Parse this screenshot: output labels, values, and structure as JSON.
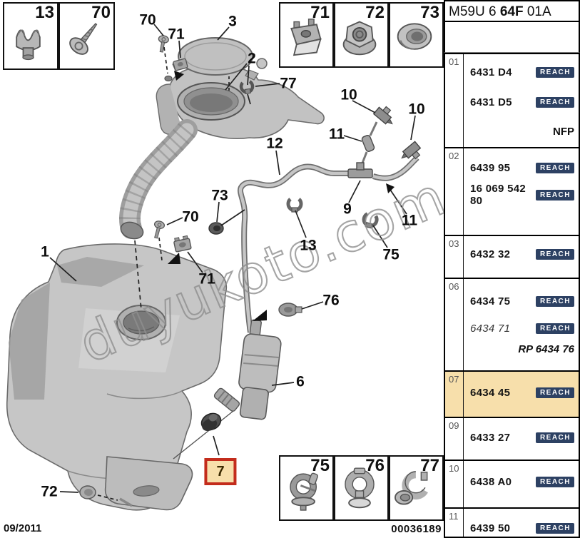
{
  "header": {
    "code_prefix": "M59U 6 ",
    "code_bold": "64F",
    "code_suffix": " 01A"
  },
  "watermark": {
    "text": "duyukoto.com"
  },
  "footer": {
    "date": "09/2011",
    "doc_number": "00036189"
  },
  "sidebar": {
    "reach_label": "REACH",
    "reach_color": "#2d4163",
    "highlight_color": "#f7dfab",
    "rows": [
      {
        "num": "01",
        "highlight": false,
        "lines": [
          {
            "kind": "ref",
            "text": "6431 D4",
            "italic": false,
            "reach": true
          },
          {
            "kind": "ref",
            "text": "6431 D5",
            "italic": false,
            "reach": true
          },
          {
            "kind": "note",
            "text": "NFP",
            "italic": false
          }
        ]
      },
      {
        "num": "02",
        "highlight": false,
        "lines": [
          {
            "kind": "ref",
            "text": "6439 95",
            "italic": false,
            "reach": true
          },
          {
            "kind": "ref",
            "text": "16 069 542 80",
            "italic": false,
            "reach": true
          }
        ]
      },
      {
        "num": "03",
        "highlight": false,
        "lines": [
          {
            "kind": "ref",
            "text": "6432 32",
            "italic": false,
            "reach": true
          }
        ]
      },
      {
        "num": "06",
        "highlight": false,
        "lines": [
          {
            "kind": "ref",
            "text": "6434 75",
            "italic": false,
            "reach": true
          },
          {
            "kind": "ref",
            "text": "6434 71",
            "italic": true,
            "reach": true
          },
          {
            "kind": "note",
            "text": "RP 6434 76",
            "italic": true
          }
        ]
      },
      {
        "num": "07",
        "highlight": true,
        "lines": [
          {
            "kind": "ref",
            "text": "6434 45",
            "italic": false,
            "reach": true
          }
        ]
      },
      {
        "num": "09",
        "highlight": false,
        "lines": [
          {
            "kind": "ref",
            "text": "6433 27",
            "italic": false,
            "reach": true
          }
        ]
      },
      {
        "num": "10",
        "highlight": false,
        "lines": [
          {
            "kind": "ref",
            "text": "6438 A0",
            "italic": false,
            "reach": true
          }
        ]
      },
      {
        "num": "11",
        "highlight": false,
        "lines": [
          {
            "kind": "ref",
            "text": "6439 50",
            "italic": false,
            "reach": true
          }
        ]
      }
    ]
  },
  "diagram": {
    "inset_boxes": [
      {
        "label": "13",
        "icon": "clip13"
      },
      {
        "label": "70",
        "icon": "screw"
      },
      {
        "label": "71",
        "icon": "clipnut"
      },
      {
        "label": "72",
        "icon": "nut"
      },
      {
        "label": "73",
        "icon": "grommet"
      },
      {
        "label": "75",
        "icon": "hoseclip-a"
      },
      {
        "label": "76",
        "icon": "hoseclip-b"
      },
      {
        "label": "77",
        "icon": "hoseclip-c"
      }
    ],
    "callouts": [
      {
        "label": "70",
        "boxed": false
      },
      {
        "label": "71",
        "boxed": false
      },
      {
        "label": "3",
        "boxed": false
      },
      {
        "label": "2",
        "boxed": false
      },
      {
        "label": "77",
        "boxed": false
      },
      {
        "label": "10",
        "boxed": false
      },
      {
        "label": "10",
        "boxed": false
      },
      {
        "label": "11",
        "boxed": false
      },
      {
        "label": "12",
        "boxed": false
      },
      {
        "label": "73",
        "boxed": false
      },
      {
        "label": "9",
        "boxed": false
      },
      {
        "label": "70",
        "boxed": false
      },
      {
        "label": "11",
        "boxed": false
      },
      {
        "label": "13",
        "boxed": false
      },
      {
        "label": "1",
        "boxed": false
      },
      {
        "label": "75",
        "boxed": false
      },
      {
        "label": "71",
        "boxed": false
      },
      {
        "label": "76",
        "boxed": false
      },
      {
        "label": "6",
        "boxed": false
      },
      {
        "label": "7",
        "boxed": true
      },
      {
        "label": "72",
        "boxed": false
      }
    ]
  }
}
